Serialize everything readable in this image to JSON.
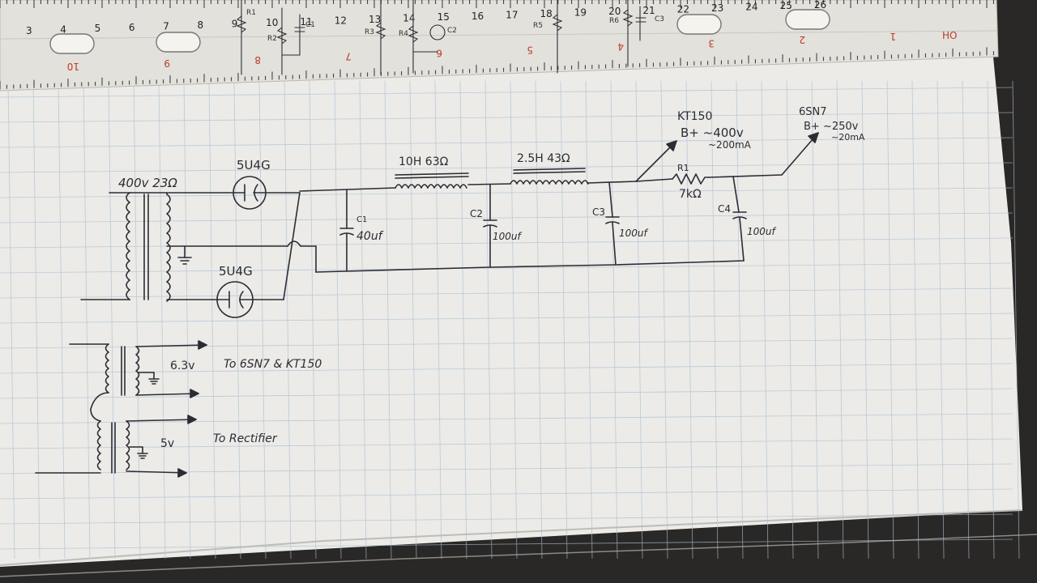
{
  "ruler": {
    "top_numbers": [
      "3",
      "4",
      "5",
      "6",
      "7",
      "8",
      "9",
      "10",
      "11",
      "12",
      "13",
      "14",
      "15",
      "16",
      "17",
      "18",
      "19",
      "20",
      "21",
      "22",
      "23",
      "24",
      "25",
      "26"
    ],
    "red_numbers": [
      "10",
      "9",
      "8",
      "7",
      "6",
      "5",
      "4",
      "3",
      "2",
      "1"
    ],
    "tick_labels": [
      "R1",
      "R2",
      "C1",
      "R3",
      "R4",
      "C2",
      "R5",
      "R6",
      "C3"
    ],
    "brand": "HO"
  },
  "schematic": {
    "transformer_hv": "400v 23Ω",
    "rectifier_top": "5U4G",
    "rectifier_bottom": "5U4G",
    "choke1": "10H 63Ω",
    "choke2": "2.5H 43Ω",
    "c1_label": "C1",
    "c1_value": "40uf",
    "c2_label": "C2",
    "c2_value": "100uf",
    "c3_label": "C3",
    "c3_value": "100uf",
    "c4_label": "C4",
    "c4_value": "100uf",
    "r1_label": "R1",
    "r1_value": "7kΩ",
    "tap1_tube": "KT150",
    "tap1_voltage": "B+ ~400v",
    "tap1_current": "~200mA",
    "tap2_tube": "6SN7",
    "tap2_voltage": "B+ ~250v",
    "tap2_current": "~20mA"
  },
  "filament": {
    "v1": "6.3v",
    "v1_note": "To 6SN7 & KT150",
    "v2": "5v",
    "v2_note": "To Rectifier"
  }
}
